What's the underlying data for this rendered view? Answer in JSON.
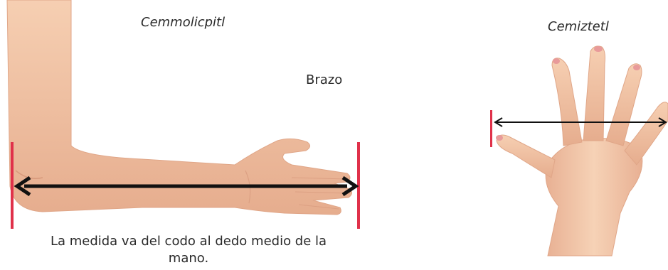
{
  "arm_section": {
    "title_nahuatl": "Cemmolicpitl",
    "title_spanish": "Brazo",
    "caption": "La medida va del codo al dedo medio de la mano."
  },
  "hand_section": {
    "title_nahuatl": "Cemiztetl"
  },
  "colors": {
    "skin": "#f2c2a2",
    "skin_shadow": "#e3a888",
    "marker": "#e0314a",
    "arrow": "#111111",
    "text": "#2a2a2a"
  }
}
